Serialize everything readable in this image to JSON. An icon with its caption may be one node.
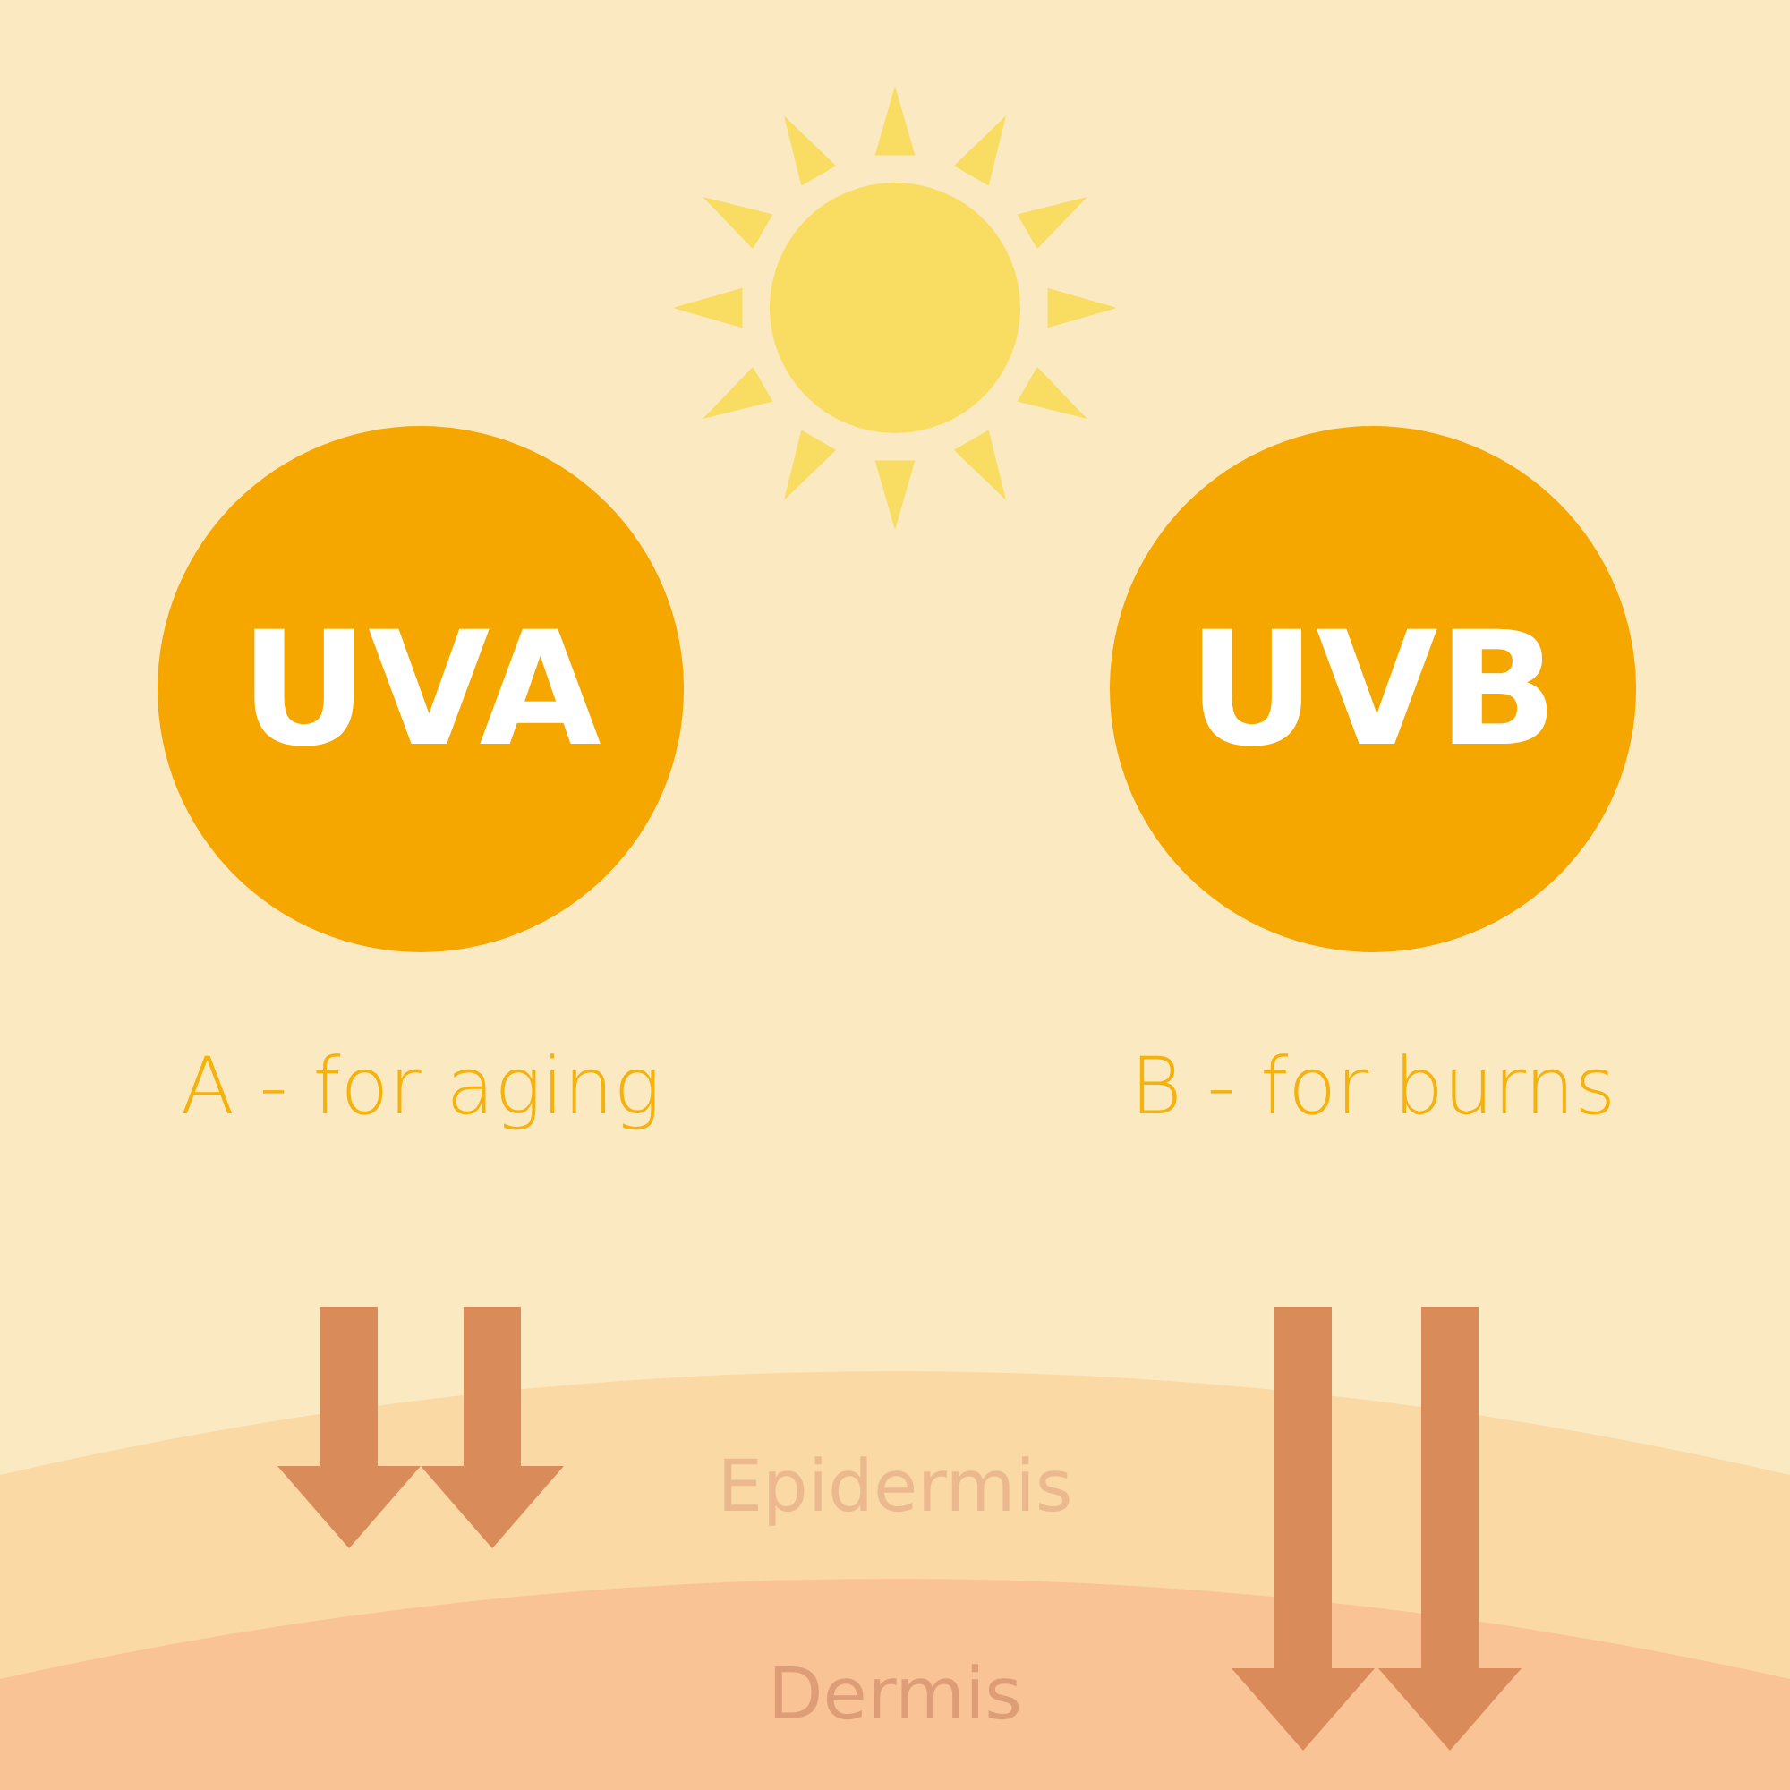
{
  "diagram": {
    "nodes": [
      {
        "text": [
          "UVA"
        ],
        "beside": [
          "A - for aging"
        ]
      },
      {
        "text": [
          "UVB"
        ],
        "beside": [
          "B - for burns"
        ]
      },
      {
        "text": [
          "Epidermis"
        ]
      },
      {
        "text": [
          "Dermis"
        ],
        "in": 2
      }
    ]
  }
}
